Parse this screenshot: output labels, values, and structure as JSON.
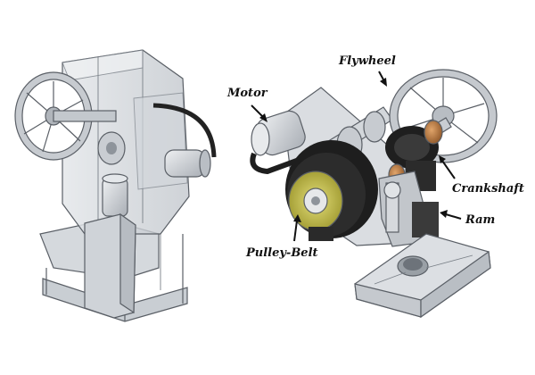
{
  "labels": {
    "motor": "Motor",
    "flywheel": "Flywheel",
    "crankshaft": "Crankshaft",
    "ram": "Ram",
    "pulley_belt": "Pulley-Belt"
  },
  "colors": {
    "metal_light": "#d9dcdf",
    "metal_mid": "#b9bec4",
    "metal_dark": "#8e949b",
    "frame_glass": "#c4c9cf",
    "belt_black": "#1e1e1e",
    "copper": "#b8773f",
    "pulley_yellow": "#c8c23a",
    "text": "#111111"
  }
}
